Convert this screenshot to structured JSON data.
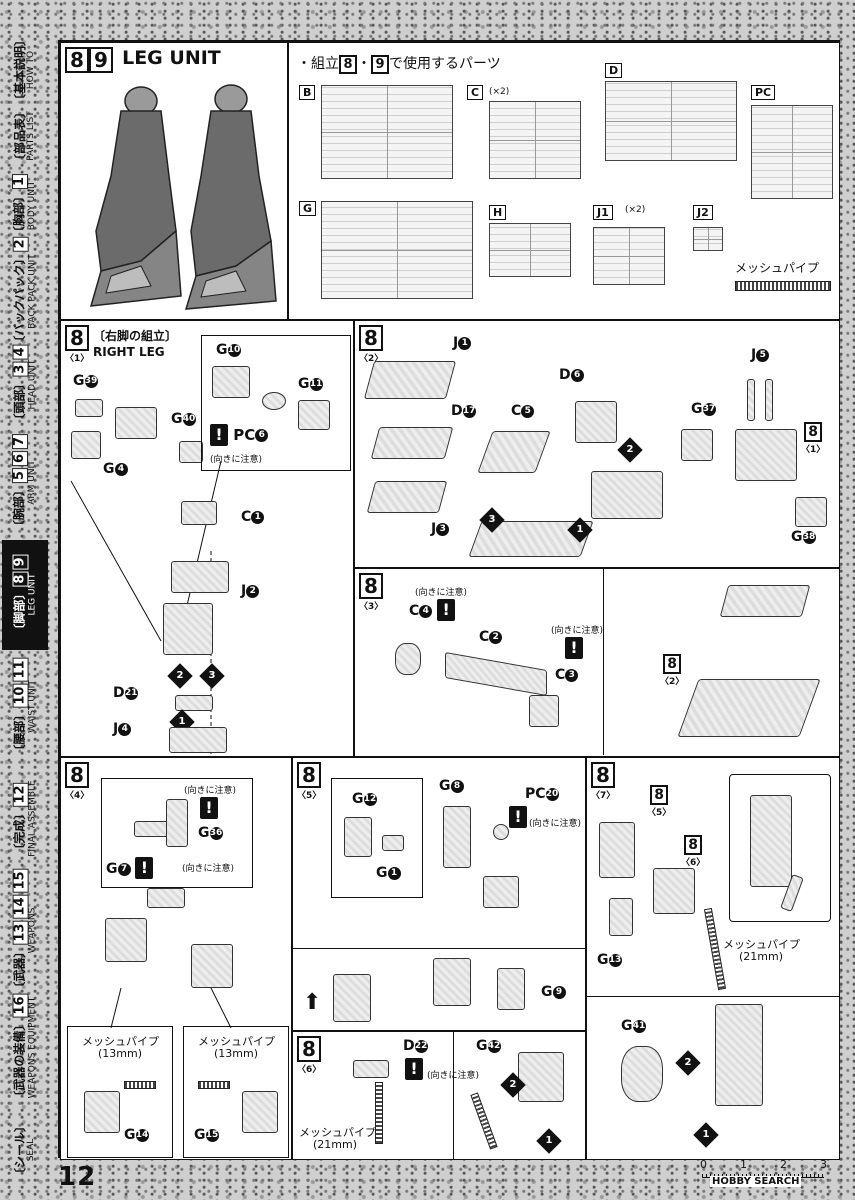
{
  "page_number": "12",
  "tabs": [
    {
      "jp": "〔基本説明〕",
      "en": "HOW TO",
      "nums": []
    },
    {
      "jp": "〔部品表〕",
      "en": "PARTS LIST",
      "nums": []
    },
    {
      "jp": "〔胸部〕",
      "en": "BODY UNIT",
      "nums": [
        "1"
      ]
    },
    {
      "jp": "〔バックパック〕",
      "en": "BACK PACK UNIT",
      "nums": [
        "2"
      ]
    },
    {
      "jp": "〔頭部〕",
      "en": "HEAD UNIT",
      "nums": [
        "3",
        "4"
      ]
    },
    {
      "jp": "〔腕部〕",
      "en": "ARM UNIT",
      "nums": [
        "5",
        "6",
        "7"
      ]
    },
    {
      "jp": "〔脚部〕",
      "en": "LEG UNIT",
      "nums": [
        "8",
        "9"
      ],
      "active": true
    },
    {
      "jp": "〔腰部〕",
      "en": "WAIST UNIT",
      "nums": [
        "10",
        "11"
      ]
    },
    {
      "jp": "〔完成〕",
      "en": "FINAL ASSEMBLE",
      "nums": [
        "12"
      ]
    },
    {
      "jp": "〔武器〕",
      "en": "WEAPONS",
      "nums": [
        "13",
        "14",
        "15"
      ]
    },
    {
      "jp": "〔武器の装備〕",
      "en": "WEAPONS EQUIPMENT",
      "nums": [
        "16"
      ]
    },
    {
      "jp": "〔シール〕",
      "en": "SEAL",
      "nums": []
    }
  ],
  "header": {
    "step_a": "8",
    "step_b": "9",
    "title": "LEG UNIT"
  },
  "parts_used": {
    "title": "・組立",
    "title_a": "8",
    "title_sep": "・",
    "title_b": "9",
    "title_suffix": "で使用するパーツ",
    "runners": [
      "B",
      "C",
      "D",
      "PC",
      "G",
      "H",
      "J1",
      "J2"
    ],
    "c_qty": "(×2)",
    "j1_qty": "(×2)",
    "mesh_pipe": "メッシュパイプ"
  },
  "step8_1": {
    "step": "8",
    "sub": "〈1〉",
    "title": "〔右脚の組立〕",
    "subtitle": "RIGHT LEG",
    "labels": {
      "g39": "G",
      "g39n": "39",
      "g40": "G",
      "g40n": "40",
      "g4": "G",
      "g4n": "4",
      "g10": "G",
      "g10n": "10",
      "g11": "G",
      "g11n": "11",
      "pc6": "PC",
      "pc6n": "6",
      "c1": "C",
      "c1n": "1",
      "j2": "J",
      "j2n": "2",
      "d21": "D",
      "d21n": "21",
      "j4": "J",
      "j4n": "4"
    },
    "note": "(向きに注意)",
    "seq_a": "2",
    "seq_b": "3",
    "seq_c": "1"
  },
  "step8_2": {
    "step": "8",
    "sub": "〈2〉",
    "labels": {
      "j1": "J",
      "j1n": "1",
      "d17": "D",
      "d17n": "17",
      "c5": "C",
      "c5n": "5",
      "d6": "D",
      "d6n": "6",
      "j3": "J",
      "j3n": "3",
      "j5": "J",
      "j5n": "5",
      "g37": "G",
      "g37n": "37",
      "g38": "G",
      "g38n": "38"
    },
    "ref_step": "8",
    "ref_sub": "〈1〉",
    "seq_a": "2",
    "seq_b": "3",
    "seq_c": "1"
  },
  "step8_3": {
    "step": "8",
    "sub": "〈3〉",
    "labels": {
      "c4": "C",
      "c4n": "4",
      "c2": "C",
      "c2n": "2",
      "c3": "C",
      "c3n": "3"
    },
    "note_a": "(向きに注意)",
    "note_b": "(向きに注意)",
    "ref_step": "8",
    "ref_sub": "〈2〉"
  },
  "step8_4": {
    "step": "8",
    "sub": "〈4〉",
    "labels": {
      "g36": "G",
      "g36n": "36",
      "g7": "G",
      "g7n": "7",
      "g14": "G",
      "g14n": "14",
      "g15": "G",
      "g15n": "15"
    },
    "note_a": "(向きに注意)",
    "note_b": "(向きに注意)",
    "pipe_a": "メッシュパイプ",
    "pipe_a_len": "(13mm)",
    "pipe_b": "メッシュパイプ",
    "pipe_b_len": "(13mm)"
  },
  "step8_5": {
    "step": "8",
    "sub": "〈5〉",
    "labels": {
      "g12": "G",
      "g12n": "12",
      "g1": "G",
      "g1n": "1",
      "g8": "G",
      "g8n": "8",
      "pc20": "PC",
      "pc20n": "20",
      "g9": "G",
      "g9n": "9"
    },
    "note": "(向きに注意)"
  },
  "step8_6": {
    "step": "8",
    "sub": "〈6〉",
    "labels": {
      "d22": "D",
      "d22n": "22",
      "g42": "G",
      "g42n": "42"
    },
    "note": "(向きに注意)",
    "pipe": "メッシュパイプ",
    "pipe_len": "(21mm)",
    "seq_a": "2",
    "seq_b": "1"
  },
  "step8_7": {
    "step": "8",
    "sub": "〈7〉",
    "ref5_step": "8",
    "ref5_sub": "〈5〉",
    "ref6_step": "8",
    "ref6_sub": "〈6〉",
    "labels": {
      "g13": "G",
      "g13n": "13",
      "g41": "G",
      "g41n": "41"
    },
    "pipe": "メッシュパイプ",
    "pipe_len": "(21mm)",
    "seq_a": "2",
    "seq_b": "1"
  },
  "footer": {
    "scale": [
      "0",
      "1",
      "2",
      "3"
    ],
    "brand": "HOBBY SEARCH"
  }
}
